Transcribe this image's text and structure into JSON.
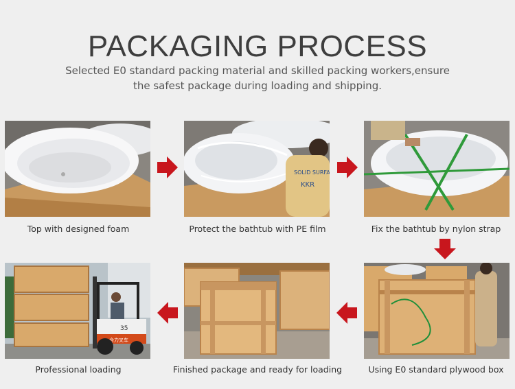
{
  "header": {
    "title": "PACKAGING PROCESS",
    "subtitle_line1": "Selected E0 standard packing material and skilled packing workers,ensure",
    "subtitle_line2": "the safest package during loading and shipping."
  },
  "steps": [
    {
      "caption": "Top with designed foam"
    },
    {
      "caption": "Protect the bathtub with PE film",
      "shirt_text_1": "SOLID SURFACE",
      "shirt_text_2": "KKR"
    },
    {
      "caption": "Fix the bathtub by nylon strap"
    },
    {
      "caption": "Using E0 standard plywood box"
    },
    {
      "caption": "Finished package and ready for loading"
    },
    {
      "caption": "Professional loading",
      "forklift_brand": "合力叉车",
      "forklift_model": "35"
    }
  ],
  "colors": {
    "arrow": "#c8161d",
    "wood": "#d9a96b",
    "wood_dark": "#b9834b"
  },
  "icons": {
    "arrow_right": "arrow-right-icon",
    "arrow_down": "arrow-down-icon",
    "arrow_left": "arrow-left-icon"
  }
}
